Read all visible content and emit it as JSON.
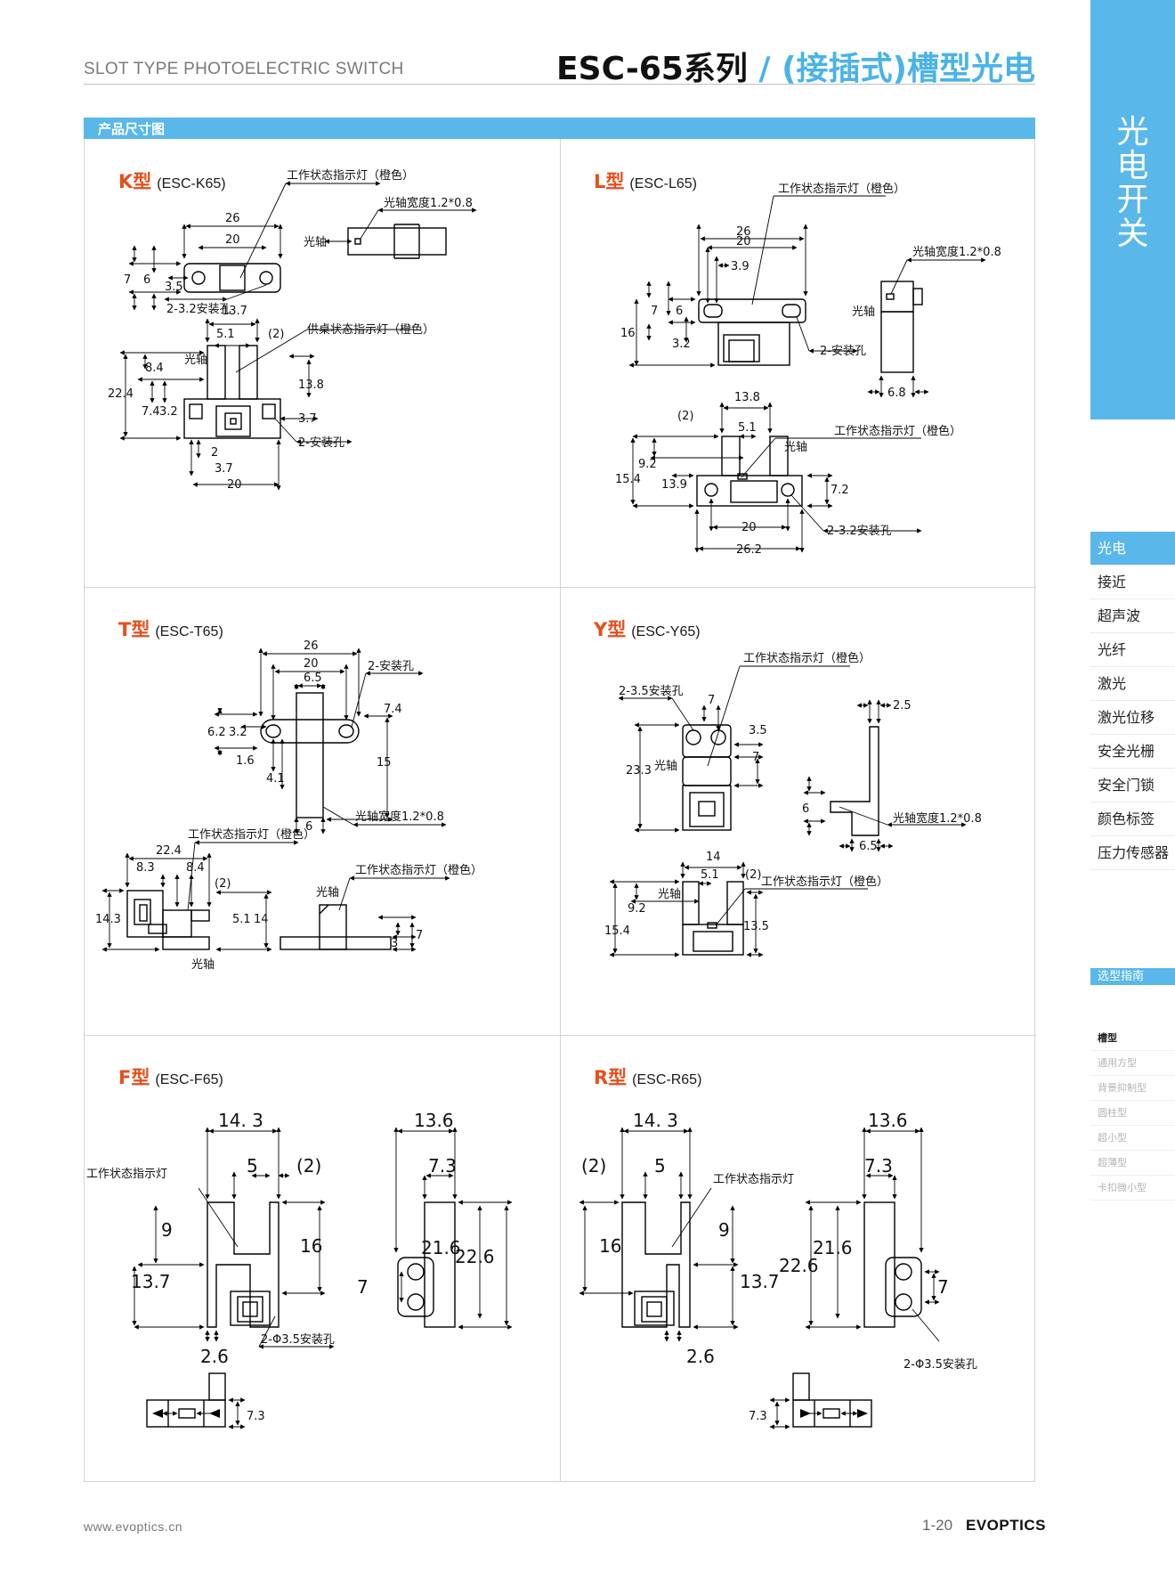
{
  "header": {
    "subtitle": "SLOT TYPE PHOTOELECTRIC SWITCH",
    "title_series": "ESC-65系列",
    "title_slash": " / ",
    "title_type": "(接插式)槽型光电"
  },
  "side_band": {
    "text": "光电开关"
  },
  "side_menu": [
    "光电",
    "接近",
    "超声波",
    "光纤",
    "激光",
    "激光位移",
    "安全光栅",
    "安全门锁",
    "颜色标签",
    "压力传感器"
  ],
  "guide": {
    "tab": "选型指南",
    "items": [
      "槽型",
      "通用方型",
      "背景抑制型",
      "圆柱型",
      "超小型",
      "超薄型",
      "卡扣微小型"
    ]
  },
  "section": {
    "title": "产品尺寸图"
  },
  "panels": {
    "k": {
      "type": "K型",
      "model": "(ESC-K65)",
      "labels": {
        "led": "工作状态指示灯（橙色）",
        "axis_width": "光轴宽度1.2*0.8",
        "axis": "光轴",
        "holes": "2-3.2安装孔",
        "led2": "供桌状态指示灯（橙色）",
        "holes2": "2-安装孔"
      },
      "dims": {
        "d26": "26",
        "d20": "20",
        "d7": "7",
        "d6": "6",
        "d35": "3.5",
        "d137": "13.7",
        "d51": "5.1",
        "dp2": "(2)",
        "d84": "8.4",
        "d224": "22.4",
        "d74": "7.4",
        "d32": "3.2",
        "d138": "13.8",
        "d37": "3.7",
        "d2": "2",
        "d37b": "3.7",
        "d20b": "20"
      }
    },
    "l": {
      "type": "L型",
      "model": "(ESC-L65)",
      "labels": {
        "led": "工作状态指示灯（橙色）",
        "axis_width": "光轴宽度1.2*0.8",
        "axis": "光轴",
        "holes": "2-安装孔",
        "led2": "工作状态指示灯（橙色）",
        "axis2": "光轴",
        "holes2": "2-3.2安装孔"
      },
      "dims": {
        "d26": "26",
        "d20": "20",
        "d39": "3.9",
        "d7": "7",
        "d6": "6",
        "d16": "16",
        "d32": "3.2",
        "d68": "6.8",
        "d138": "13.8",
        "dp2": "(2)",
        "d51": "5.1",
        "d92": "9.2",
        "d154": "15.4",
        "d139": "13.9",
        "d72": "7.2",
        "d20b": "20",
        "d262": "26.2"
      }
    },
    "t": {
      "type": "T型",
      "model": "(ESC-T65)",
      "labels": {
        "holes": "2-安装孔",
        "axis_width": "光轴宽度1.2*0.8",
        "led": "工作状态指示灯（橙色）",
        "led2": "工作状态指示灯（橙色）",
        "axis": "光轴",
        "axis_bottom": "光轴"
      },
      "dims": {
        "d26": "26",
        "d20": "20",
        "d65": "6.5",
        "d74": "7.4",
        "d62": "6.2",
        "d32": "3.2",
        "d15": "15",
        "d16": "1.6",
        "d41": "4.1",
        "d6": "6",
        "d224": "22.4",
        "d83": "8.3",
        "d84": "8.4",
        "dp2": "(2)",
        "d143": "14.3",
        "d51": "5.1",
        "d14": "14",
        "d7": "7",
        "d3": "3"
      }
    },
    "y": {
      "type": "Y型",
      "model": "(ESC-Y65)",
      "labels": {
        "led": "工作状态指示灯（橙色）",
        "holes": "2-3.5安装孔",
        "axis": "光轴",
        "axis_width": "光轴宽度1.2*0.8",
        "axis2": "光轴",
        "led2": "工作状态指示灯（橙色）"
      },
      "dims": {
        "d7": "7",
        "d25": "2.5",
        "d35": "3.5",
        "d7b": "7",
        "d233": "23.3",
        "d6": "6",
        "d65": "6.5",
        "d14": "14",
        "d51": "5.1",
        "dp2": "(2)",
        "d92": "9.2",
        "d154": "15.4",
        "d135": "13.5"
      }
    },
    "f": {
      "type": "F型",
      "model": "(ESC-F65)",
      "labels": {
        "led": "工作状态指示灯",
        "holes": "2-Φ3.5安装孔"
      },
      "dims": {
        "d143": "14. 3",
        "d5": "5",
        "dp2": "(2)",
        "d9": "9",
        "d16": "16",
        "d137": "13.7",
        "d26": "2.6",
        "d136": "13.6",
        "d73": "7.3",
        "d216": "21.6",
        "d226": "22.6",
        "d7": "7",
        "d73b": "7.3"
      }
    },
    "r": {
      "type": "R型",
      "model": "(ESC-R65)",
      "labels": {
        "led": "工作状态指示灯",
        "holes": "2-Φ3.5安装孔"
      },
      "dims": {
        "d143": "14. 3",
        "dp2": "(2)",
        "d5": "5",
        "d16": "16",
        "d9": "9",
        "d137": "13.7",
        "d26": "2.6",
        "d136": "13.6",
        "d73": "7.3",
        "d226": "22.6",
        "d216": "21.6",
        "d7": "7",
        "d73b": "7.3"
      }
    }
  },
  "footer": {
    "url": "www.evoptics.cn",
    "page": "1-20",
    "brand": "EVOPTICS"
  }
}
